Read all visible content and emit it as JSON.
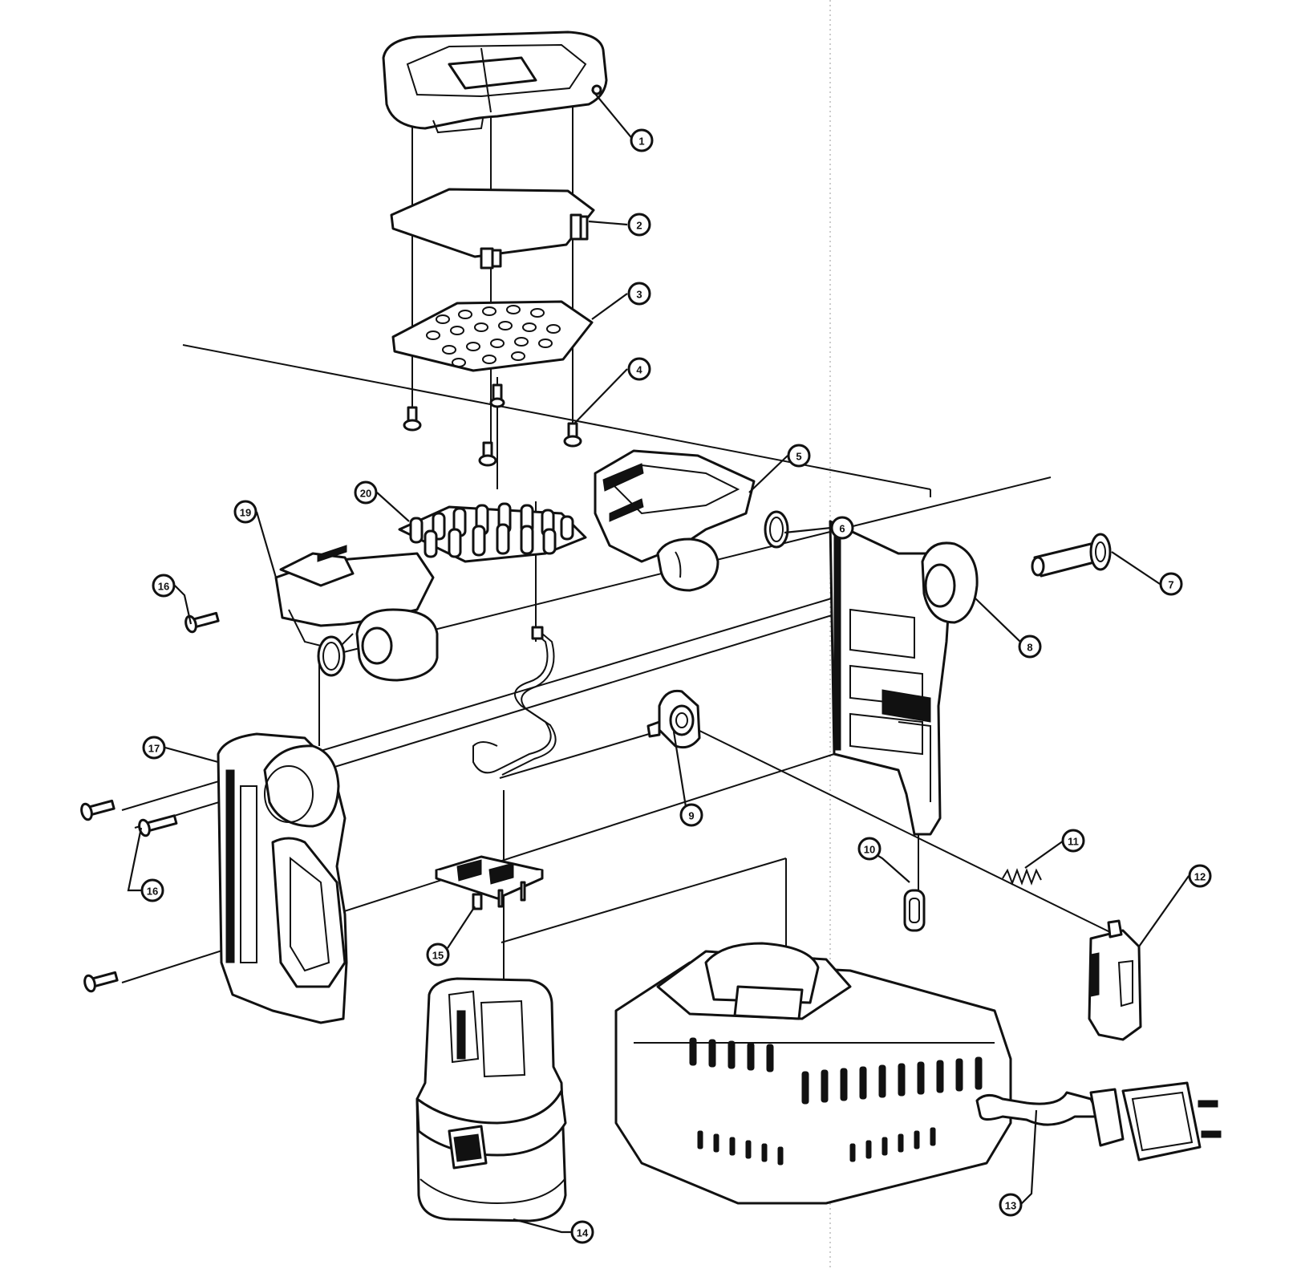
{
  "callouts": [
    {
      "id": "1",
      "part": "top-cover"
    },
    {
      "id": "2",
      "part": "lens"
    },
    {
      "id": "3",
      "part": "reflector"
    },
    {
      "id": "4",
      "part": "screw"
    },
    {
      "id": "5",
      "part": "head-housing-right"
    },
    {
      "id": "6",
      "part": "o-ring"
    },
    {
      "id": "7",
      "part": "pivot-pin"
    },
    {
      "id": "8",
      "part": "handle-housing-right"
    },
    {
      "id": "9",
      "part": "switch-knob"
    },
    {
      "id": "10",
      "part": "switch-slide"
    },
    {
      "id": "11",
      "part": "spring"
    },
    {
      "id": "12",
      "part": "switch-button"
    },
    {
      "id": "13",
      "part": "charger"
    },
    {
      "id": "14",
      "part": "battery-pack"
    },
    {
      "id": "15",
      "part": "terminal-block"
    },
    {
      "id": "16",
      "part": "screw"
    },
    {
      "id": "16",
      "part": "screw"
    },
    {
      "id": "17",
      "part": "handle-housing-left"
    },
    {
      "id": "19",
      "part": "head-housing-left"
    },
    {
      "id": "20",
      "part": "led-board"
    }
  ]
}
